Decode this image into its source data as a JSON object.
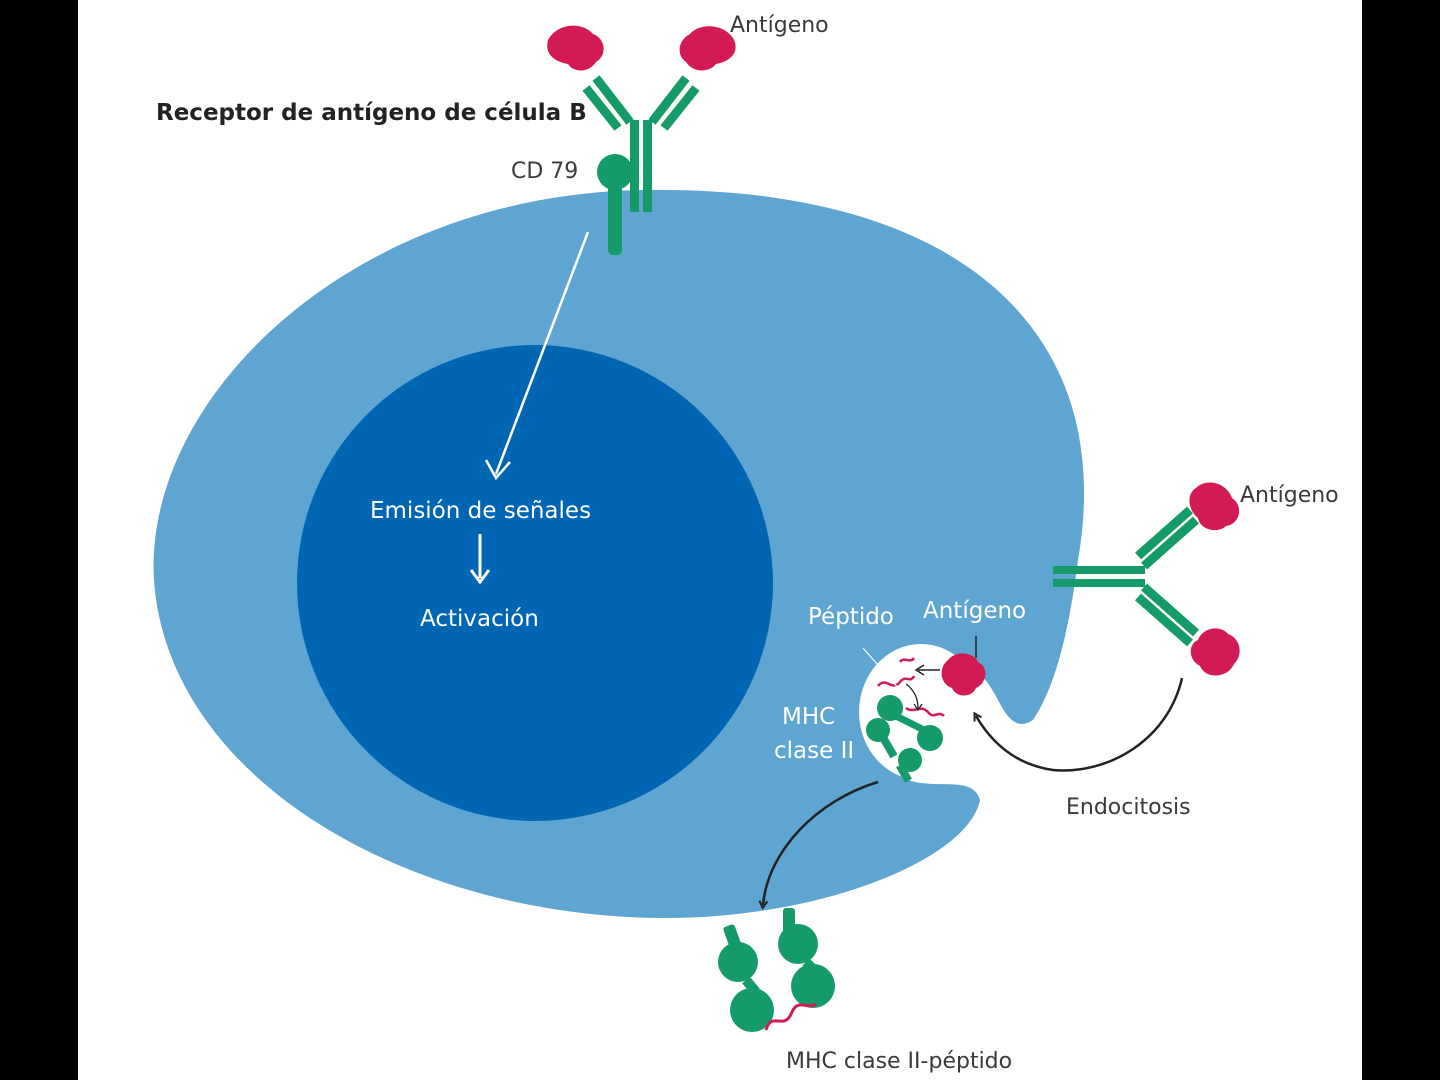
{
  "labels": {
    "antigen_top": "Antígeno",
    "bcr": "Receptor de antígeno de célula B",
    "cd79": "CD 79",
    "signal": "Emisión de señales",
    "activation": "Activación",
    "antigen_right": "Antígeno",
    "peptide": "Péptido",
    "antigen_vesicle": "Antígeno",
    "mhc_line1": "MHC",
    "mhc_line2": "clase II",
    "endocytosis": "Endocitosis",
    "mhc_peptide": "MHC clase II-péptido"
  },
  "colors": {
    "background_frame": "#000000",
    "cell_cytoplasm": "#5fa5d2",
    "nucleus": "#0066b3",
    "receptor_green": "#159a6a",
    "antigen_red": "#d21a55",
    "arrow_black": "#222222",
    "arrow_white": "#ffffff"
  }
}
